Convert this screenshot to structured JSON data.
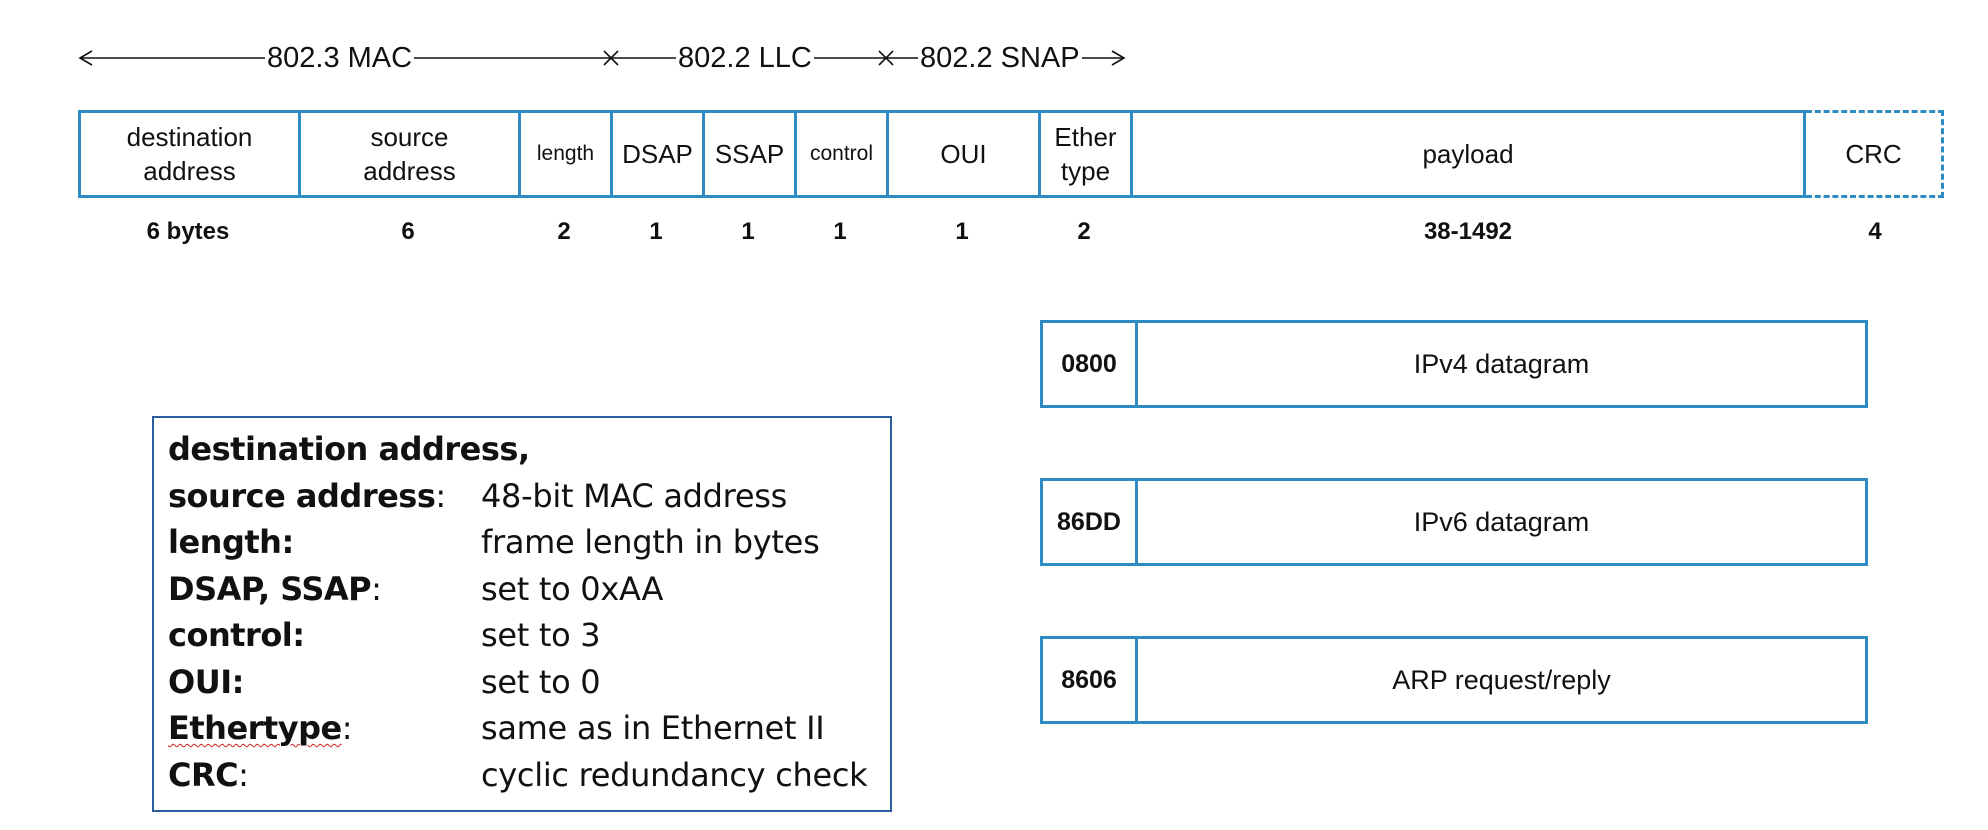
{
  "spans": {
    "mac": "802.3 MAC",
    "llc": "802.2 LLC",
    "snap": "802.2 SNAP"
  },
  "frame": {
    "fields": [
      {
        "label": "destination\naddress",
        "size": "6 bytes"
      },
      {
        "label": "source\naddress",
        "size": "6"
      },
      {
        "label": "length",
        "size": "2"
      },
      {
        "label": "DSAP",
        "size": "1"
      },
      {
        "label": "SSAP",
        "size": "1"
      },
      {
        "label": "control",
        "size": "1"
      },
      {
        "label": "OUI",
        "size": "1"
      },
      {
        "label": "Ether\ntype",
        "size": "2"
      },
      {
        "label": "payload",
        "size": "38-1492"
      },
      {
        "label": "CRC",
        "size": "4"
      }
    ]
  },
  "ethertypes": [
    {
      "code": "0800",
      "desc": "IPv4 datagram"
    },
    {
      "code": "86DD",
      "desc": "IPv6 datagram"
    },
    {
      "code": "8606",
      "desc": "ARP request/reply"
    }
  ],
  "legend": {
    "rows": [
      {
        "term": "destination address,",
        "punct": "",
        "desc": ""
      },
      {
        "term": "source address",
        "punct": ":",
        "desc": "48-bit MAC address"
      },
      {
        "term": "length:",
        "punct": "",
        "desc": "frame length in bytes"
      },
      {
        "term": "DSAP, SSAP",
        "punct": ":",
        "desc": "set to 0xAA"
      },
      {
        "term": "control:",
        "punct": "",
        "desc": "set to 3"
      },
      {
        "term": "OUI:",
        "punct": "",
        "desc": "set to 0"
      },
      {
        "term": "Ethertype",
        "punct": ":",
        "desc": "same as in Ethernet II"
      },
      {
        "term": "CRC",
        "punct": ":",
        "desc": "cyclic redundancy check"
      }
    ]
  },
  "colors": {
    "field_border": "#2f8bc4",
    "legend_border": "#2c5e9e",
    "spellcheck_squiggle": "#d02020"
  }
}
